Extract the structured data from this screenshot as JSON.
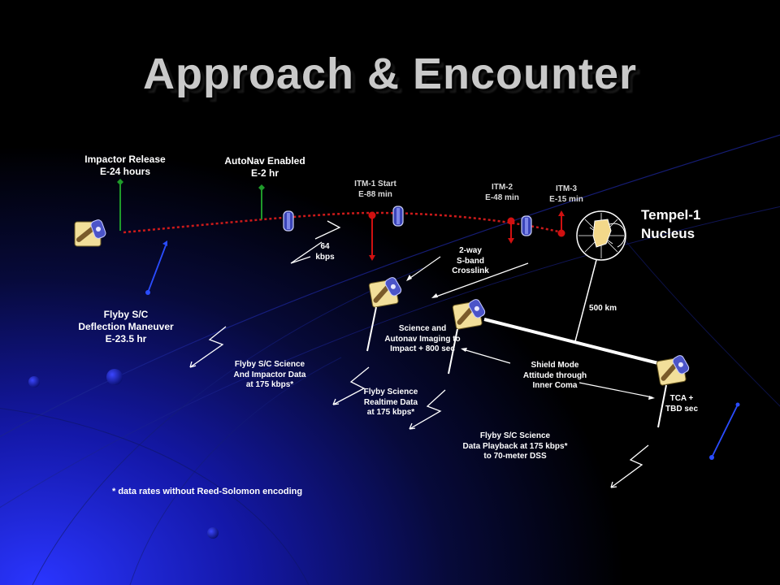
{
  "title": "Approach & Encounter",
  "target": "Tempel-1\nNucleus",
  "labels": {
    "impactor_release": "Impactor Release\nE-24 hours",
    "autonav": "AutoNav Enabled\nE-2 hr",
    "itm1": "ITM-1 Start\nE-88 min",
    "itm2": "ITM-2\nE-48 min",
    "itm3": "ITM-3\nE-15 min",
    "rate_64": "64\nkbps",
    "crosslink": "2-way\nS-band\nCrosslink",
    "distance": "500 km",
    "deflection": "Flyby S/C\nDeflection Maneuver\nE-23.5 hr",
    "science_impactor": "Flyby S/C Science\nAnd Impactor Data\nat 175 kbps*",
    "science_imaging": "Science and\nAutonav Imaging to\nImpact + 800 sec",
    "shield_mode": "Shield Mode\nAttitude through\nInner Coma",
    "realtime": "Flyby Science\nRealtime Data\nat 175 kbps*",
    "tca": "TCA +\nTBD sec",
    "playback": "Flyby S/C Science\nData Playback at 175 kbps*\nto 70-meter DSS"
  },
  "footnote": "* data rates without Reed-Solomon encoding",
  "colors": {
    "background": "#000000",
    "trajectory": "#cc1a1a",
    "release_marker": "#1f9a2a",
    "itm_marker": "#d01010",
    "maneuver": "#2a4cff",
    "spacecraft_body": "#f2df9a"
  },
  "icons": {
    "spacecraft": "spacecraft-icon",
    "impactor": "impactor-icon",
    "nucleus": "comet-nucleus-icon",
    "downlink": "lightning-link-icon"
  }
}
